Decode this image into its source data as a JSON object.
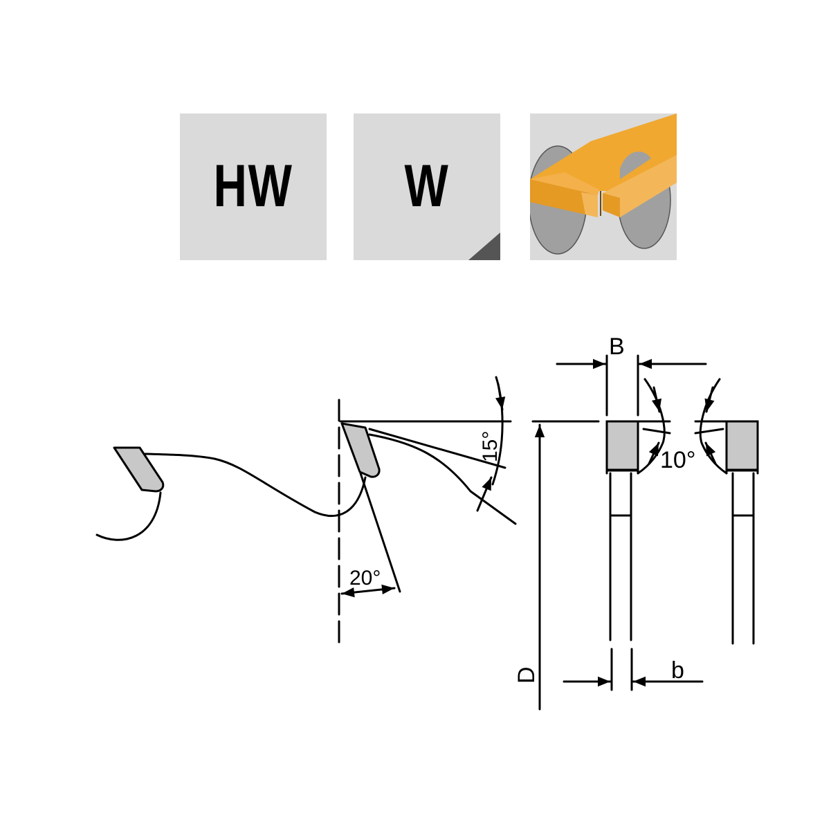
{
  "icons": {
    "tiles": [
      {
        "label": "HW",
        "meaning": "hard-metal-tipped",
        "background": "#dadada"
      },
      {
        "label": "W",
        "meaning": "wood",
        "background": "#dadada",
        "corner_color": "#555555"
      },
      {
        "label": "",
        "meaning": "cutting-application-icon",
        "background": "#dadada",
        "workpiece_color": "#f0a830",
        "blade_color": "#a0a0a0"
      }
    ]
  },
  "drawing": {
    "tooth_profile": {
      "rake_angle": "15°",
      "clearance_angle": "20°"
    },
    "cross_section": {
      "width_label": "B",
      "body_thickness_label": "b",
      "diameter_label": "D",
      "bevel_angle": "10°"
    },
    "colors": {
      "line": "#000000",
      "carbide_fill": "#c8c8c8"
    }
  }
}
